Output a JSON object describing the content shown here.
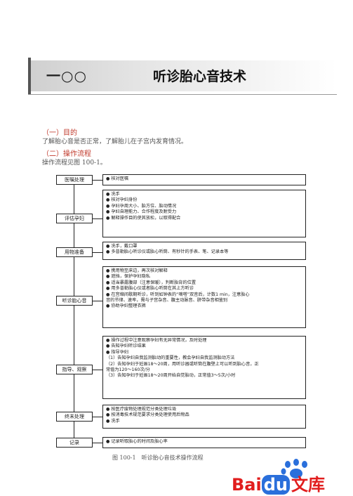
{
  "header": {
    "chapter": "一○○",
    "title": "听诊胎心音技术"
  },
  "sections": {
    "goal_head": "（一）目的",
    "goal_text": "了解胎心音是否正常，了解胎儿在子宫内发育情况。",
    "flow_head": "（二）操作流程",
    "flow_text": "操作流程见图 100-1。"
  },
  "flow": [
    {
      "label": "医嘱处理",
      "lines": [
        "● 核对医嘱"
      ]
    },
    {
      "label": "评估孕妇",
      "lines": [
        "● 洗手",
        "● 核对孕妇身份",
        "● 孕妇孕周大小、胎方位、胎动情况",
        "● 孕妇自理能力、合作程度及耐受力",
        "● 解释操作目的使其放松，以取得配合"
      ]
    },
    {
      "label": "用物准备",
      "lines": [
        "● 洗手，戴口罩",
        "● 多普勒胎心听诊仪或胎心听筒、有秒针的手表、笔、记录本等"
      ]
    },
    {
      "label": "听诊胎心音",
      "lines": [
        "● 携用物至床边，再次核对解释",
        "● 遮挡，保护孕妇隐私",
        "● 适当暴露腹部（注意保暖），判断胎背的位置",
        "● 用多普勒胎心仪或者胎心听筒在其上方听诊",
        "● 在宫缩间歇期听诊，听到如钟表的“嘀嗒”双音后，计数1 min，注意胎心",
        "   音的节律、速率，需与子宫杂音、腹主动脉音、脐带杂音相鉴别",
        "● 协助孕妇整理衣裤"
      ]
    },
    {
      "label": "指导、观察",
      "lines": [
        "● 操作过程中注意观察孕妇有无异常情况，及时处理",
        "● 告知孕妇听诊结果",
        "● 指导孕妇",
        "（1）告知孕妇自我监测胎动的重要性，教会孕妇自我监测胎动方法",
        "（2）告知孕妇于妊娠18～20周，用听诊器或听筒在腹壁上可以听到胎心音，正",
        "     常值为120～160次/分",
        "（3）告知孕妇于妊娠18～20周开始自觉胎动，正常值3～5次/小时"
      ]
    },
    {
      "label": "终末处理",
      "lines": [
        "● 按医疗废物处理规范分类处理垃圾",
        "● 按消毒技术规范要求分类处理使用后物品",
        "● 洗手"
      ]
    },
    {
      "label": "记录",
      "lines": [
        "● 记录听取胎心的时间及胎心率"
      ]
    }
  ],
  "caption": "图 100-1　听诊胎心音技术操作流程",
  "logo": {
    "text_bai": "Bai",
    "text_du": "du",
    "text_wenku": "文库"
  }
}
